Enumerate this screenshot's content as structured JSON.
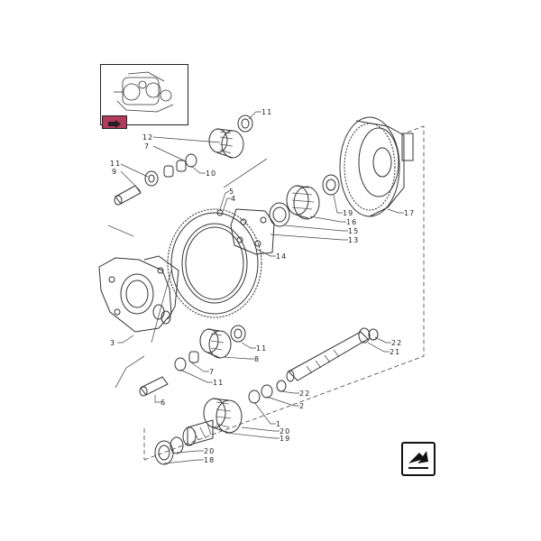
{
  "callouts": {
    "c11a": "11",
    "c12": "12",
    "c7a": "7",
    "c11b": "11",
    "c9": "9",
    "c10": "10",
    "c5": "5",
    "c4": "4",
    "c19a": "19",
    "c16": "16",
    "c15": "15",
    "c13": "13",
    "c17": "17",
    "c14": "14",
    "c3": "3",
    "c11c": "11",
    "c8": "8",
    "c7b": "7",
    "c11d": "11",
    "c6": "6",
    "c22a": "22",
    "c21": "21",
    "c22b": "22",
    "c2": "2",
    "c1": "1",
    "c20a": "20",
    "c19b": "19",
    "c20b": "20",
    "c18": "18"
  },
  "icons": {
    "thumbnail": "assembly-thumbnail-icon",
    "flag": "arrow-flag-icon",
    "nav": "navigation-arrow-icon"
  },
  "colors": {
    "flag": "#b23a5a",
    "ink": "#333333"
  }
}
